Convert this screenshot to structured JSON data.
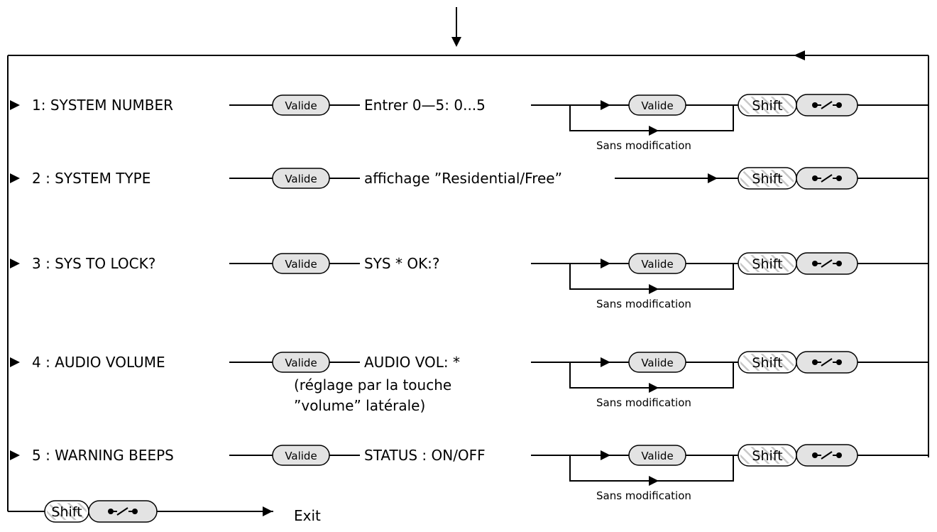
{
  "entries": [
    {
      "id": 1,
      "label": "1: SYSTEM NUMBER",
      "action": "Entrer 0—5: 0...5",
      "has_choice": true
    },
    {
      "id": 2,
      "label": "2 : SYSTEM TYPE",
      "action": "affichage ”Residential/Free”",
      "has_choice": false
    },
    {
      "id": 3,
      "label": "3 : SYS TO LOCK?",
      "action": "SYS * OK:?",
      "has_choice": true
    },
    {
      "id": 4,
      "label": "4 : AUDIO VOLUME",
      "action": "AUDIO VOL: *",
      "action_note": [
        "(réglage  par  la  touche",
        "”volume” latérale)"
      ],
      "has_choice": true
    },
    {
      "id": 5,
      "label": "5 : WARNING BEEPS",
      "action": "STATUS : ON/OFF",
      "has_choice": true
    }
  ],
  "buttons": {
    "valide": "Valide",
    "shift": "Shift",
    "ok_icon": "switch-icon"
  },
  "bypass_label": "Sans modification",
  "exit_label": "Exit"
}
